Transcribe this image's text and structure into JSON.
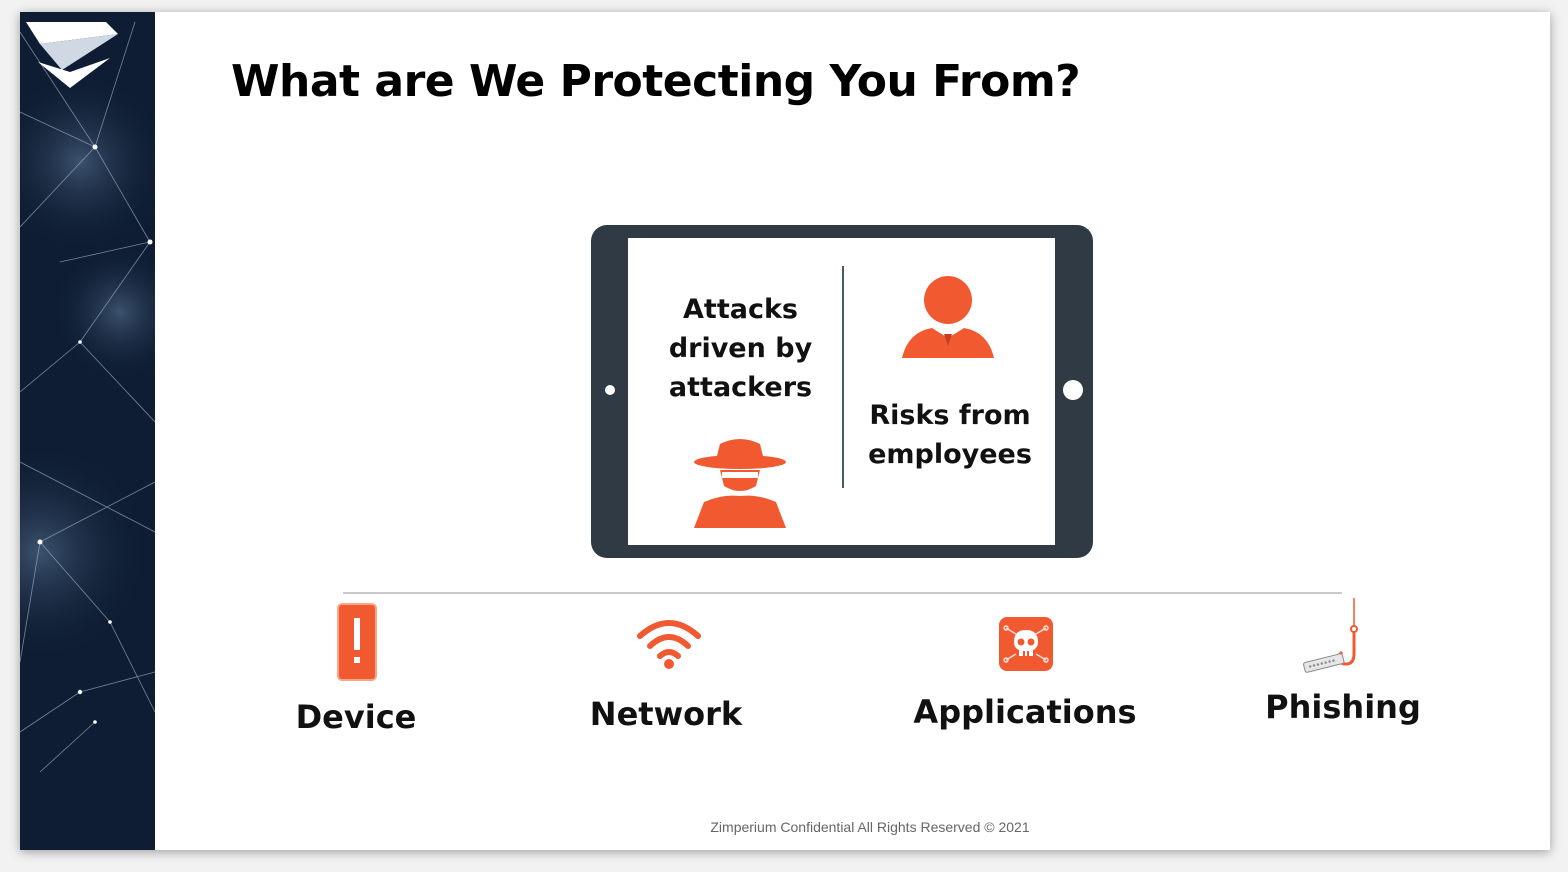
{
  "slide": {
    "title": "What are We Protecting You From?",
    "footer": "Zimperium Confidential All Rights Reserved © 2021"
  },
  "tablet": {
    "left_text_lines": [
      "Attacks",
      "driven by",
      "attackers"
    ],
    "right_text_lines": [
      "Risks from",
      "employees"
    ],
    "left_icon": "hacker-icon",
    "right_icon": "employee-icon"
  },
  "categories": [
    {
      "label": "Device",
      "icon": "mobile-alert-icon"
    },
    {
      "label": "Network",
      "icon": "wifi-icon"
    },
    {
      "label": "Applications",
      "icon": "malware-app-icon"
    },
    {
      "label": "Phishing",
      "icon": "phishing-hook-icon"
    }
  ],
  "colors": {
    "accent": "#f15a31",
    "tablet_frame": "#2f3a44",
    "sidebar": "#0e1d33"
  },
  "brand": {
    "logo": "zimperium-logo"
  }
}
